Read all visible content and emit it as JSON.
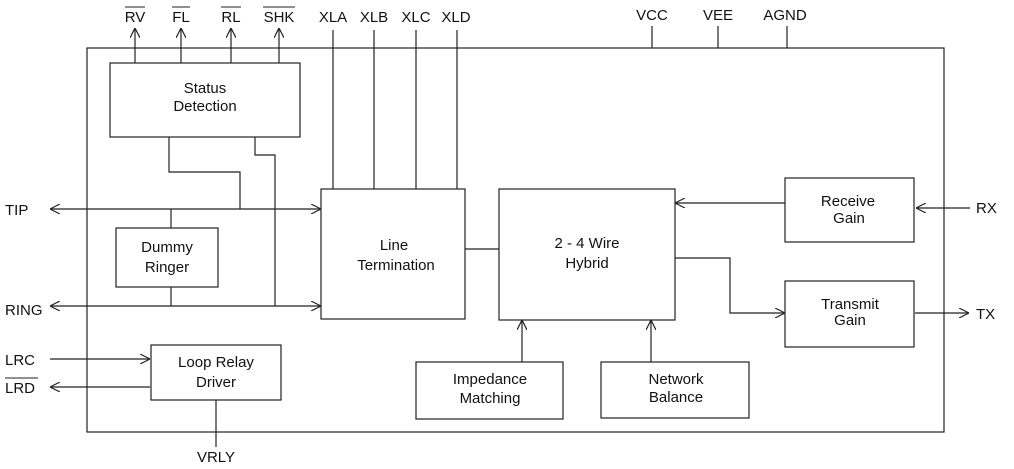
{
  "blocks": {
    "status_detection": [
      "Status",
      "Detection"
    ],
    "dummy_ringer": [
      "Dummy",
      "Ringer"
    ],
    "loop_relay_driver": [
      "Loop Relay",
      "Driver"
    ],
    "line_termination": [
      "Line",
      "Termination"
    ],
    "hybrid": [
      "2 - 4 Wire",
      "Hybrid"
    ],
    "impedance_matching": [
      "Impedance",
      "Matching"
    ],
    "network_balance": [
      "Network",
      "Balance"
    ],
    "receive_gain": [
      "Receive",
      "Gain"
    ],
    "transmit_gain": [
      "Transmit",
      "Gain"
    ]
  },
  "pins": {
    "rv": "RV",
    "fl": "FL",
    "rl": "RL",
    "shk": "SHK",
    "xla": "XLA",
    "xlb": "XLB",
    "xlc": "XLC",
    "xld": "XLD",
    "vcc": "VCC",
    "vee": "VEE",
    "agnd": "AGND",
    "tip": "TIP",
    "ring": "RING",
    "lrc": "LRC",
    "lrd": "LRD",
    "vrly": "VRLY",
    "rx": "RX",
    "tx": "TX"
  }
}
